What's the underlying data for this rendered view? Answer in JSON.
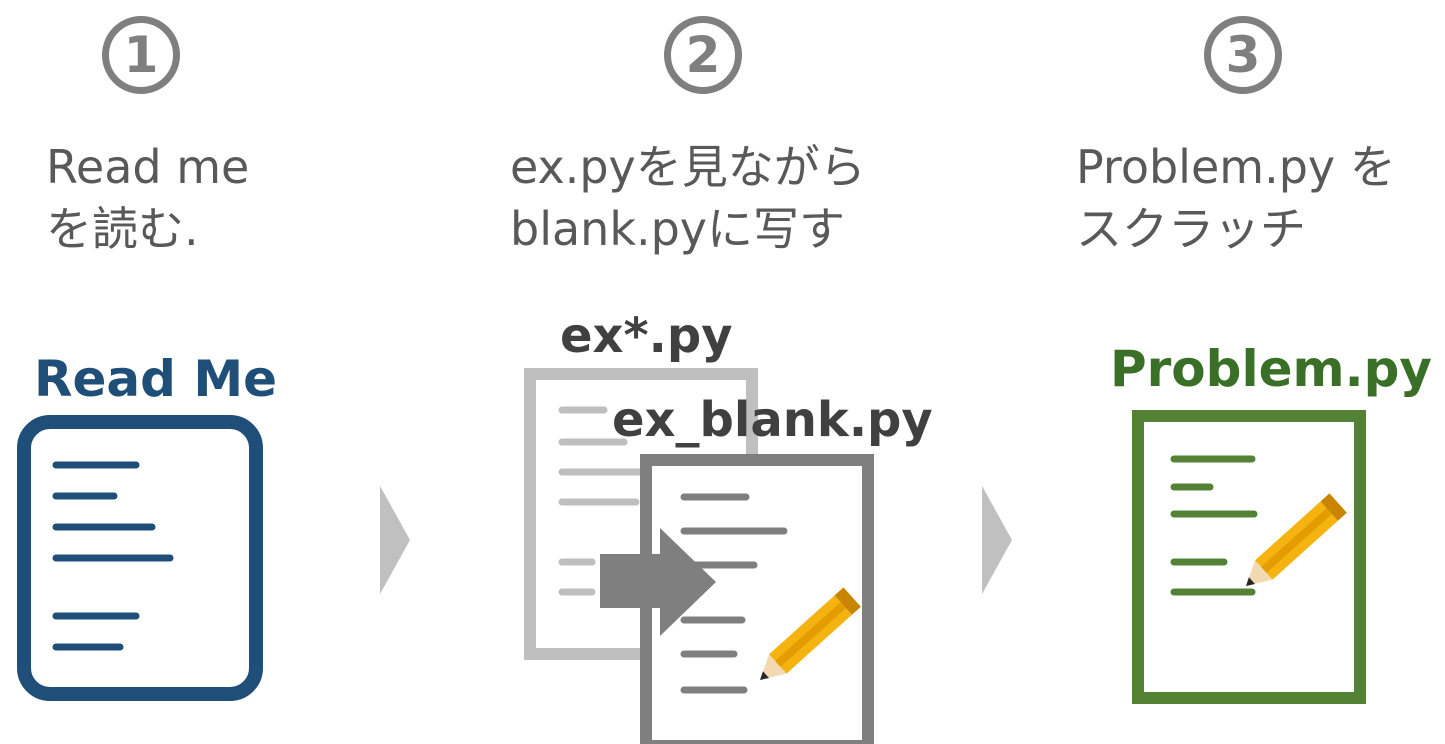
{
  "steps": [
    {
      "number": "1",
      "description": "Read me\nを読む."
    },
    {
      "number": "2",
      "description": "ex.pyを見ながら\nblank.pyに写す"
    },
    {
      "number": "3",
      "description": "Problem.py を\nスクラッチ"
    }
  ],
  "files": {
    "readme": "Read Me",
    "example": "ex*.py",
    "blank": "ex_blank.py",
    "problem": "Problem.py"
  },
  "colors": {
    "readme": "#1f4e79",
    "problem": "#548235",
    "example": "#bfbfbf",
    "blank": "#7f7f7f",
    "arrow": "#c0c0c0",
    "pencil": "#f5b30f"
  },
  "icons": [
    "document-icon",
    "copy-arrow-icon",
    "pencil-icon",
    "chevron-right-icon"
  ]
}
